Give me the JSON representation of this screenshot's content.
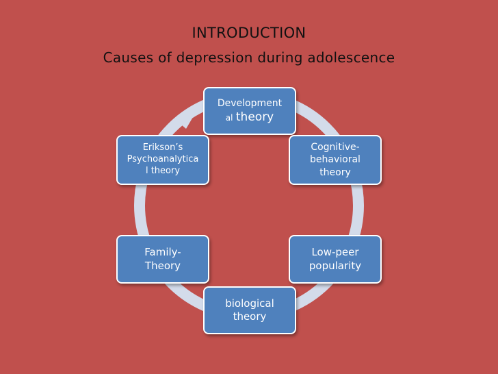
{
  "slide": {
    "title": "INTRODUCTION",
    "subtitle": "Causes of depression during adolescence"
  },
  "diagram": {
    "ring_color": "#d3dbea",
    "node_color": "#4f81bd",
    "background_color": "#c0504d",
    "nodes": [
      {
        "id": "developmental",
        "label": "Developmental theory"
      },
      {
        "id": "cognitive",
        "label": "Cognitive-behavioral theory"
      },
      {
        "id": "lowpeer",
        "label": "Low-peer popularity"
      },
      {
        "id": "biological",
        "label": "biological theory"
      },
      {
        "id": "family",
        "label": "Family-Theory"
      },
      {
        "id": "erikson",
        "label": "Erikson’s Psychoanalytical theory"
      }
    ]
  }
}
